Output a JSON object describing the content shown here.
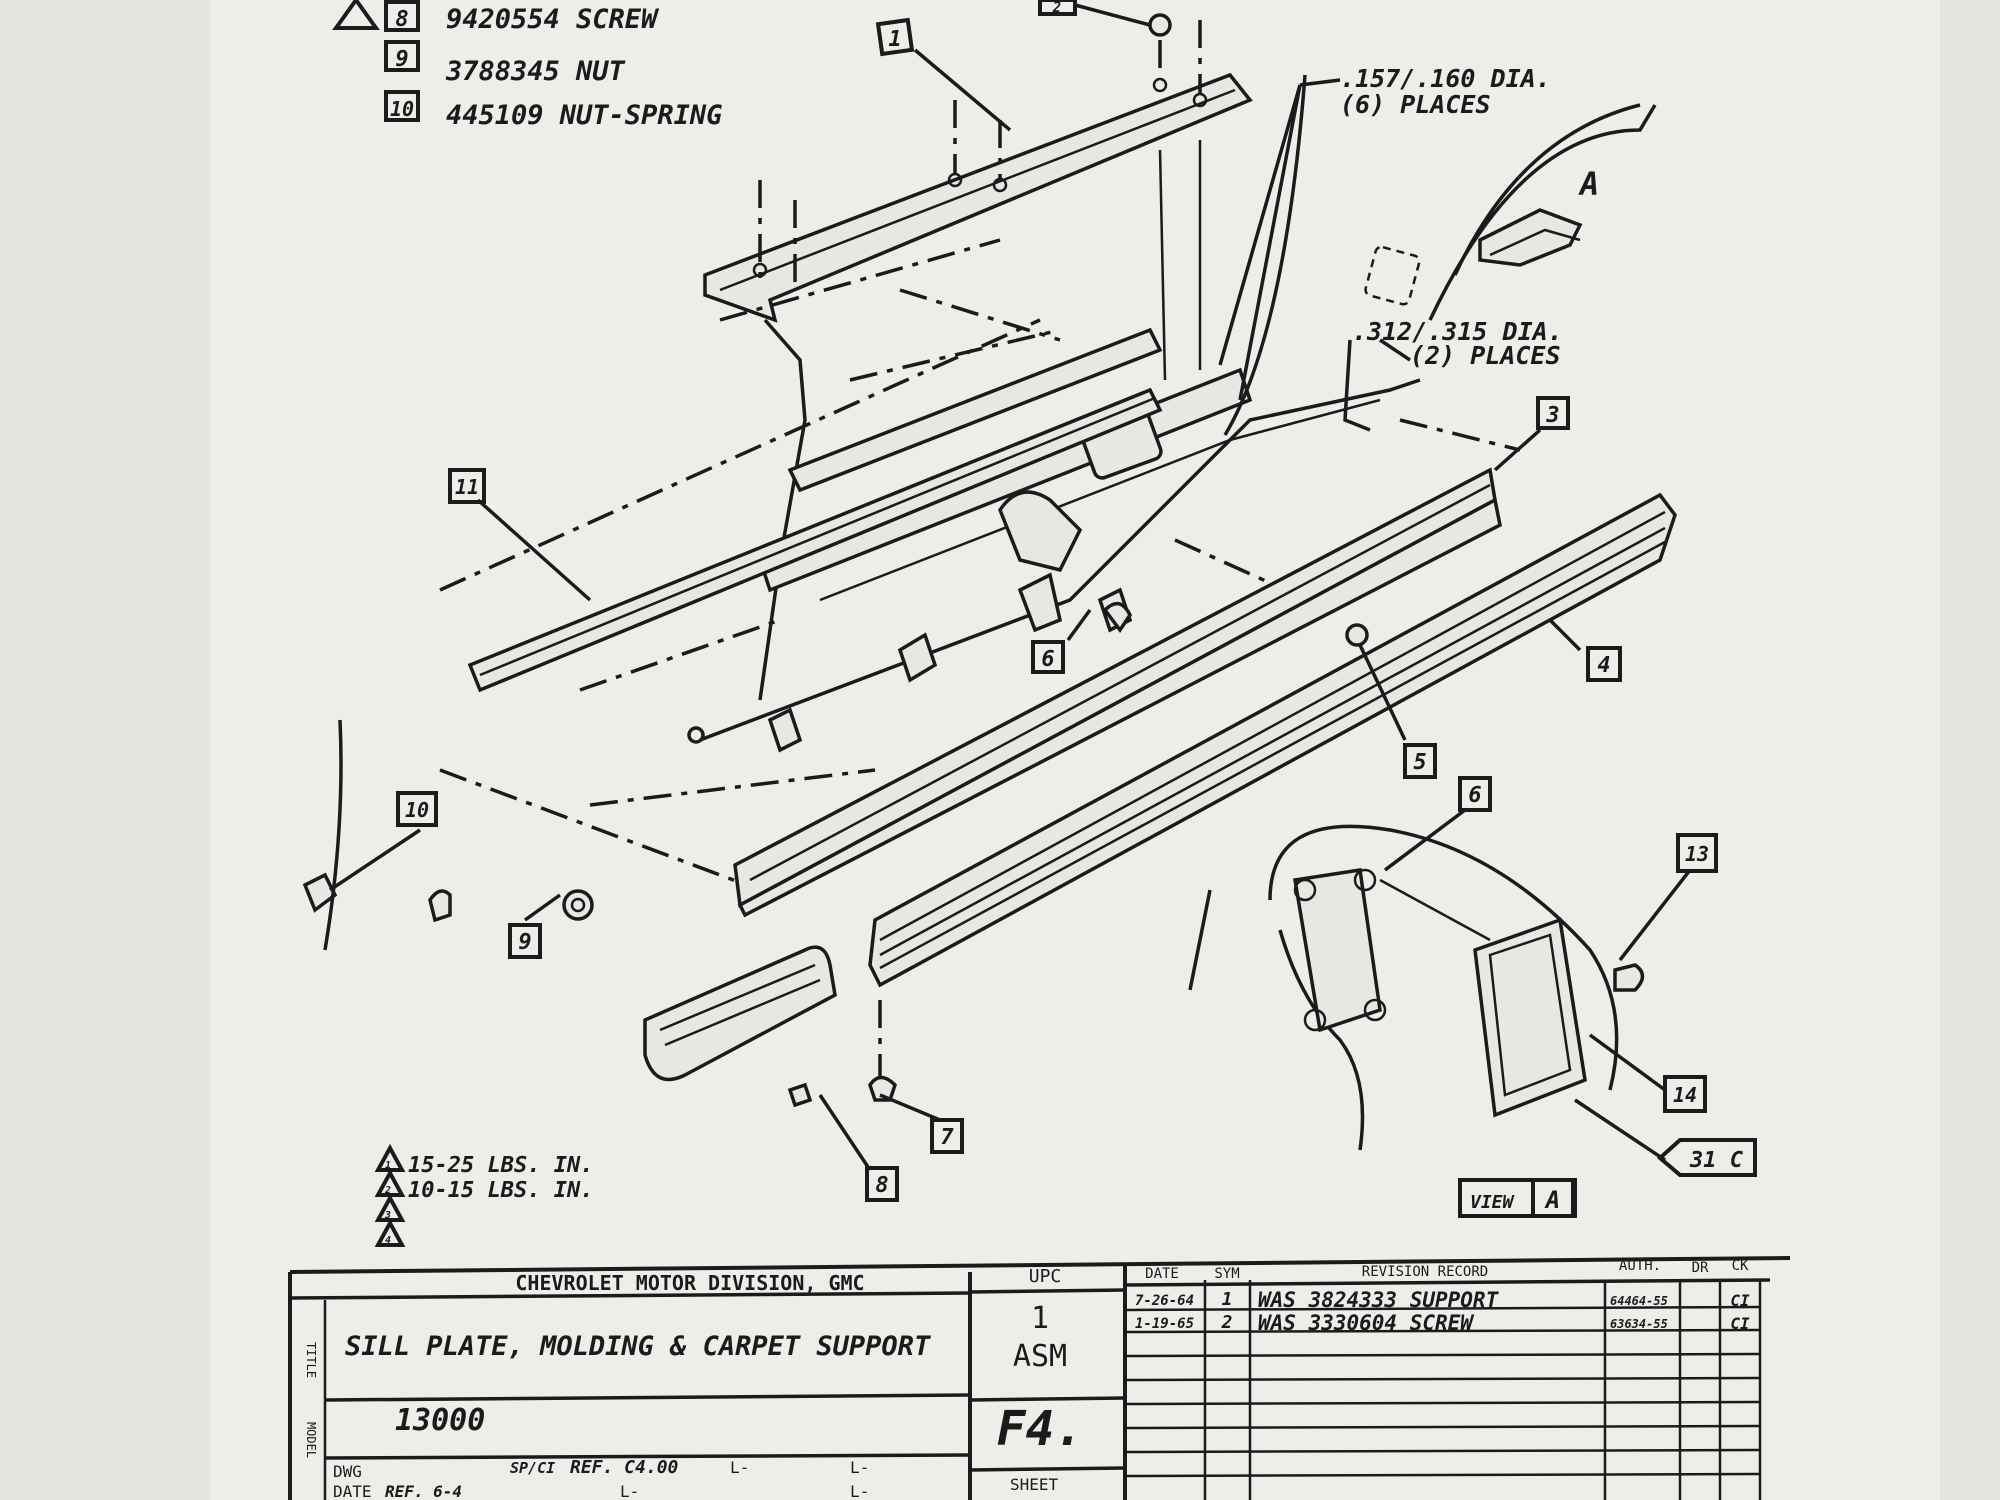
{
  "legend": [
    {
      "num": "8",
      "text": "9420554 SCREW",
      "flag": true
    },
    {
      "num": "9",
      "text": "3788345 NUT",
      "flag": false
    },
    {
      "num": "10",
      "text": "445109 NUT-SPRING",
      "flag": false
    }
  ],
  "callouts": {
    "c1": "1",
    "c2": "2",
    "c3": "3",
    "c4": "4",
    "c5": "5",
    "c6a": "6",
    "c6b": "6",
    "c7": "7",
    "c8": "8",
    "c9": "9",
    "c10": "10",
    "c11": "11",
    "c13": "13",
    "c14": "14"
  },
  "notes": {
    "hole_small_line1": ".157/.160 DIA.",
    "hole_small_line2": "(6) PLACES",
    "hole_large_line1": ".312/.315 DIA.",
    "hole_large_line2": "(2) PLACES",
    "view_letter": "A",
    "view_label": "VIEW",
    "view_ref": "31 C"
  },
  "torque": [
    {
      "flag": "1",
      "text": "15-25 LBS. IN."
    },
    {
      "flag": "2",
      "text": "10-15 LBS. IN."
    },
    {
      "flag": "3",
      "text": ""
    },
    {
      "flag": "4",
      "text": ""
    }
  ],
  "title_block": {
    "division": "CHEVROLET MOTOR DIVISION, GMC",
    "title": "SILL PLATE, MOLDING & CARPET SUPPORT",
    "model_label": "MODEL",
    "title_side": "TITLE",
    "model": "13000",
    "upc_label": "UPC",
    "upc_value": "1",
    "asm": "ASM",
    "group": "F4.",
    "sheet": "SHEET",
    "dwg_label": "DWG",
    "date_label": "DATE",
    "date_ref": "REF. 6-4",
    "sp_ci": "SP/CI",
    "ref": "REF. C4.00",
    "l1": "L-",
    "l2": "L-",
    "l3": "L-",
    "l4": "L-"
  },
  "revision": {
    "headers": {
      "date": "DATE",
      "sym": "SYM",
      "record": "REVISION RECORD",
      "auth": "AUTH.",
      "dr": "DR",
      "ck": "CK"
    },
    "rows": [
      {
        "date": "7-26-64",
        "sym": "1",
        "text": "WAS 3824333 SUPPORT",
        "auth": "64464-55",
        "ck": "CI"
      },
      {
        "date": "1-19-65",
        "sym": "2",
        "text": "WAS 3330604 SCREW",
        "auth": "63634-55",
        "ck": "CI"
      }
    ]
  }
}
